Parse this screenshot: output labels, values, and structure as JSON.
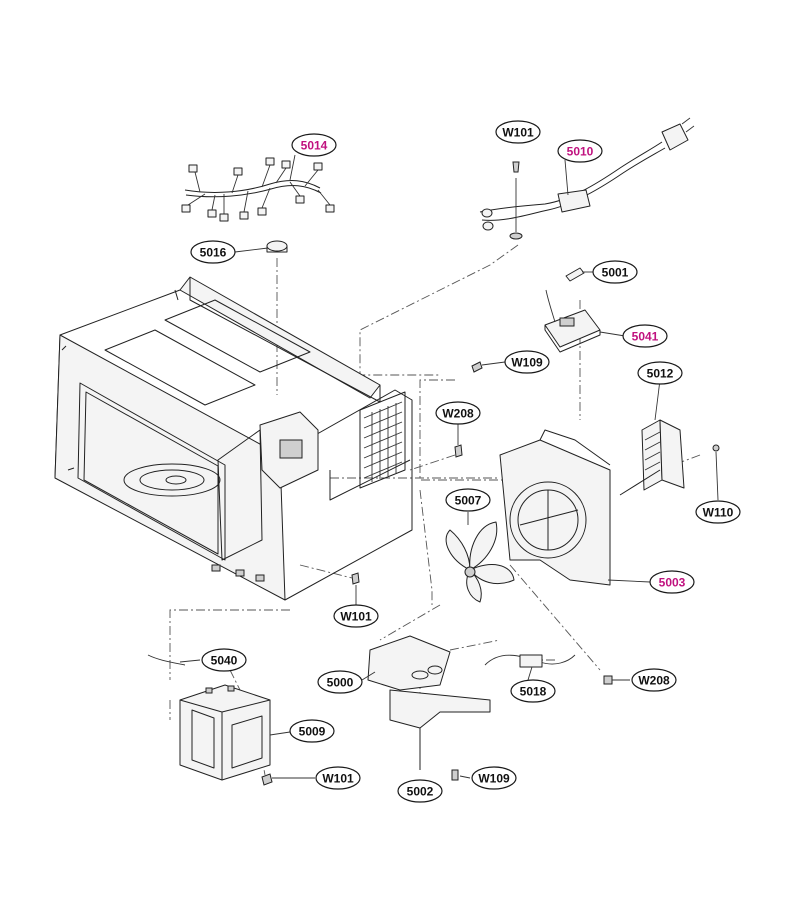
{
  "diagram": {
    "colors": {
      "label_default": "#111111",
      "label_highlight": "#c0127f",
      "line": "#222222"
    },
    "labels": {
      "l5014": {
        "text": "5014",
        "highlight": true
      },
      "lW101a": {
        "text": "W101",
        "highlight": false
      },
      "l5010": {
        "text": "5010",
        "highlight": true
      },
      "l5016": {
        "text": "5016",
        "highlight": false
      },
      "l5001": {
        "text": "5001",
        "highlight": false
      },
      "l5041": {
        "text": "5041",
        "highlight": true
      },
      "lW109a": {
        "text": "W109",
        "highlight": false
      },
      "l5012": {
        "text": "5012",
        "highlight": false
      },
      "lW208a": {
        "text": "W208",
        "highlight": false
      },
      "l5007": {
        "text": "5007",
        "highlight": false
      },
      "lW110": {
        "text": "W110",
        "highlight": false
      },
      "l5003": {
        "text": "5003",
        "highlight": true
      },
      "lW101b": {
        "text": "W101",
        "highlight": false
      },
      "l5040": {
        "text": "5040",
        "highlight": false
      },
      "l5000": {
        "text": "5000",
        "highlight": false
      },
      "lW208b": {
        "text": "W208",
        "highlight": false
      },
      "l5018": {
        "text": "5018",
        "highlight": false
      },
      "l5009": {
        "text": "5009",
        "highlight": false
      },
      "lW101c": {
        "text": "W101",
        "highlight": false
      },
      "l5002": {
        "text": "5002",
        "highlight": false
      },
      "lW109b": {
        "text": "W109",
        "highlight": false
      }
    }
  }
}
